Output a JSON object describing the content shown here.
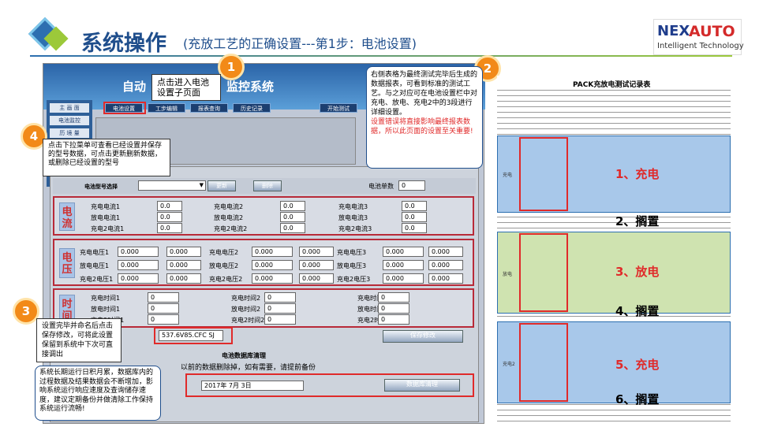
{
  "header": {
    "title": "系统操作",
    "subtitle": "(充放工艺的正确设置---第1步：电池设置)",
    "logo_nex": "NEX",
    "logo_auto": "AUTO",
    "logo_sub": "Intelligent Technology"
  },
  "software": {
    "title_a": "自动",
    "title_b": "监控系统",
    "nav": [
      "主 画 面",
      "电池监控",
      "历 境 量"
    ],
    "tabs": [
      "电池设置",
      "工步编辑",
      "报表查询",
      "历史记录",
      "开始测试"
    ],
    "model_select_label": "电池型号选择",
    "refresh_button": "更新",
    "delete_button": "删除",
    "battery_count_label": "电池单数",
    "battery_count_value": "0",
    "current_tag": "电流",
    "voltage_tag": "电压",
    "time_tag": "时间",
    "current_rows": [
      {
        "label1": "充电电流1",
        "v1": "0.0",
        "label2": "充电电流2",
        "v2": "0.0",
        "label3": "充电电流3",
        "v3": "0.0"
      },
      {
        "label1": "放电电流1",
        "v1": "0.0",
        "label2": "放电电流2",
        "v2": "0.0",
        "label3": "放电电流3",
        "v3": "0.0"
      },
      {
        "label1": "充电2电流1",
        "v1": "0.0",
        "label2": "充电2电流2",
        "v2": "0.0",
        "label3": "充电2电流3",
        "v3": "0.0"
      }
    ],
    "voltage_rows": [
      {
        "label1": "充电电压1",
        "a1": "0.000",
        "b1": "0.000",
        "label2": "充电电压2",
        "a2": "0.000",
        "b2": "0.000",
        "label3": "充电电压3",
        "a3": "0.000",
        "b3": "0.000"
      },
      {
        "label1": "放电电压1",
        "a1": "0.000",
        "b1": "0.000",
        "label2": "放电电压2",
        "a2": "0.000",
        "b2": "0.000",
        "label3": "放电电压3",
        "a3": "0.000",
        "b3": "0.000"
      },
      {
        "label1": "充电2电压1",
        "a1": "0.000",
        "b1": "0.000",
        "label2": "充电2电压2",
        "a2": "0.000",
        "b2": "0.000",
        "label3": "充电2电压3",
        "a3": "0.000",
        "b3": "0.000"
      }
    ],
    "time_rows": [
      {
        "label1": "充电时间1",
        "v1": "0",
        "label2": "充电时间2",
        "v2": "0",
        "label3": "充电时间3",
        "v3": "0"
      },
      {
        "label1": "放电时间1",
        "v1": "0",
        "label2": "放电时间2",
        "v2": "0",
        "label3": "放电时间3",
        "v3": "0"
      },
      {
        "label1": "充电2时间1",
        "v1": "0",
        "label2": "充电2时间2",
        "v2": "0",
        "label3": "充电2时间3",
        "v3": "0"
      }
    ],
    "model_name_value": "537.6V85.CFC  SJ",
    "save_button": "保存修改",
    "db_clean_title": "电池数据库清理",
    "db_clean_note": "以前的数据删除掉，如有需要，请提前备份",
    "date_value": "2017年 7月 3日",
    "db_clean_button": "数据库清理"
  },
  "callouts": {
    "c1_num": "1",
    "c1_text": "点击进入电池设置子页面",
    "c2_num": "2",
    "c2_text": "右侧表格为最终测试完毕后生成的数据报表，可看到标准的测试工艺。与之对应可在电池设置栏中对充电、放电、充电2中的3段进行详细设置。",
    "c2_red": "设置错误将直接影响最终报表数据，所以此页面的设置至关重要!",
    "c3_num": "3",
    "c3_text": "设置完毕并命名后点击保存修改，可将此设置保留到系统中下次可直接调出",
    "c4_num": "4",
    "c4_text": "点击下拉菜单可查看已经设置并保存的型号数据，可点击更新删新数据，或删除已经设置的型号",
    "c5_text": "系统长期运行日积月累，数据库内的过程数据及结果数据会不断增加，影响系统运行响应速度及查询储存速度，建议定期备份并做清除工作保持系统运行流畅!"
  },
  "report": {
    "title": "PACK充放电测试记录表",
    "steps": [
      {
        "label": "1、充电",
        "color": "#e02a2a"
      },
      {
        "label": "2、搁置",
        "color": "#000000"
      },
      {
        "label": "3、放电",
        "color": "#e02a2a"
      },
      {
        "label": "4、搁置",
        "color": "#000000"
      },
      {
        "label": "5、充电",
        "color": "#e02a2a"
      },
      {
        "label": "6、搁置",
        "color": "#000000"
      }
    ],
    "block_names": [
      "充电",
      "放电",
      "充电2"
    ],
    "block_colors": [
      "#a8c8ea",
      "#cfe3b0",
      "#a8c8ea"
    ]
  }
}
